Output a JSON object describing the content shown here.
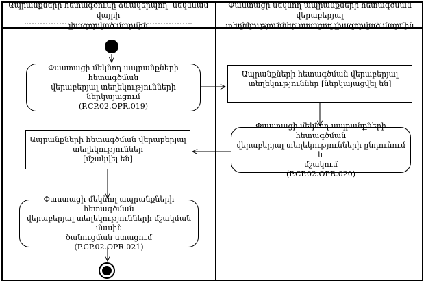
{
  "lanes": [
    {
      "title": "Ապրանքների հետագծումը ձևակերպող՝ մեկնման վայրի\nլիազորված մարմին"
    },
    {
      "title": "Փաստացի մեկնող ապրանքների հետագծման վերաբերյալ\nտեղեկություններ ստացող լիազորված մարմին"
    }
  ],
  "nodes": {
    "submit_info": {
      "label": "Փաստացի մեկնող ապրանքների հետագծման\nվերաբերյալ տեղեկությունների ներկայացում\n(P.CP.02.OPR.019)",
      "code": "P.CP.02.OPR.019"
    },
    "info_submitted": {
      "label": "Ապրանքների հետագծման վերաբերյալ\nտեղեկություններ [ներկայացվել են]"
    },
    "receive_and_process": {
      "label": "Փաստացի մեկնող ապրանքների հետագծման\nվերաբերյալ տեղեկությունների ընդունում և\nմշակում\n(P.CP.02.OPR.020)",
      "code": "P.CP.02.OPR.020"
    },
    "info_processed": {
      "label": "Ապրանքների հետագծման վերաբերյալ\nտեղեկություններ\n[մշակվել են]"
    },
    "receive_notification": {
      "label": "Փաստացի մեկնող ապրանքների հետագծման\nվերաբերյալ տեղեկությունների մշակման մասին\nծանուցման ստացում\n(P.CP.02.OPR.021)",
      "code": "P.CP.02.OPR.021"
    }
  },
  "colors": {
    "line": "#000000",
    "background": "#ffffff",
    "ghost": "#b9b9b9"
  }
}
